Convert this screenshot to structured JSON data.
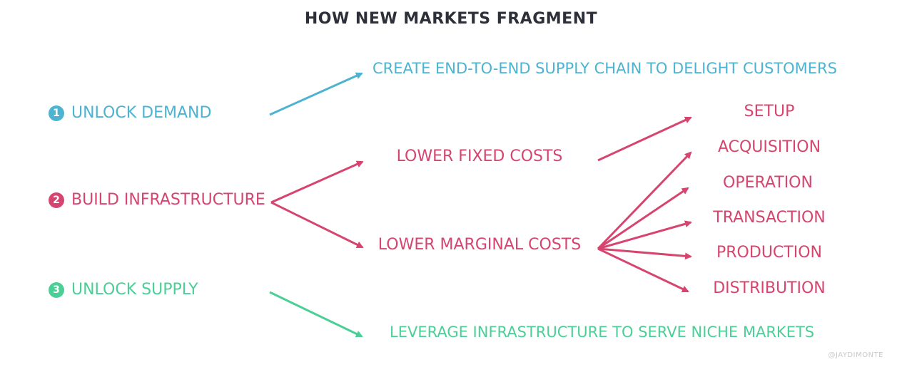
{
  "title": "HOW NEW MARKETS FRAGMENT",
  "steps": [
    {
      "number": "1",
      "label": "UNLOCK DEMAND",
      "color": "#4cb3d1"
    },
    {
      "number": "2",
      "label": "BUILD INFRASTRUCTURE",
      "color": "#d6456f"
    },
    {
      "number": "3",
      "label": "UNLOCK SUPPLY",
      "color": "#4ccf97"
    }
  ],
  "outcomes": {
    "demand": "CREATE END-TO-END SUPPLY CHAIN TO DELIGHT CUSTOMERS",
    "fixed_costs": "LOWER FIXED COSTS",
    "marginal_costs": "LOWER MARGINAL COSTS",
    "supply": "LEVERAGE INFRASTRUCTURE TO SERVE NICHE MARKETS"
  },
  "cost_items": {
    "fixed": [
      "SETUP"
    ],
    "marginal": [
      "ACQUISITION",
      "OPERATION",
      "TRANSACTION",
      "PRODUCTION",
      "DISTRIBUTION"
    ]
  },
  "watermark": "@JAYDIMONTE"
}
